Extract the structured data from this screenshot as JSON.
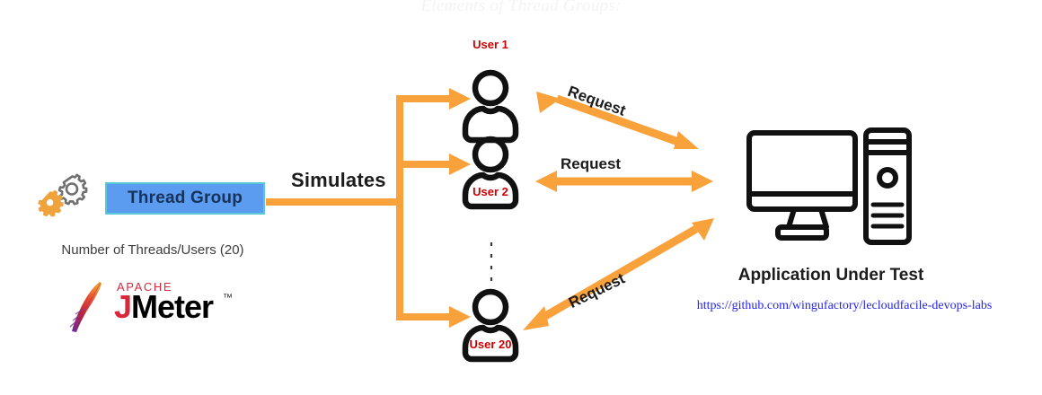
{
  "diagram": {
    "heading": "Elements of Thread Groups:",
    "source_left": {
      "gear_icon": "gears-icon",
      "box_label": "Thread Group",
      "box_fill": "#5b9bf0",
      "box_border": "#5bc8d8",
      "box_text_color": "#16335c",
      "caption": "Number of Threads/Users (20)",
      "logo": {
        "feather_icon": "apache-feather-icon",
        "brand": "APACHE",
        "product_j": "J",
        "product_rest": "Meter",
        "trademark": "™",
        "brand_color": "#d8283c"
      }
    },
    "connector": {
      "label": "Simulates",
      "color": "#f9a13a"
    },
    "users": [
      {
        "name": "User 1",
        "icon": "user-icon",
        "label_position": "above"
      },
      {
        "name": "User 2",
        "icon": "user-icon",
        "label_position": "below"
      },
      {
        "name": "User 20",
        "icon": "user-icon",
        "label_position": "below"
      }
    ],
    "ellipsis": "vertical-dashed-line",
    "requests": [
      {
        "label": "Request",
        "direction": "bidirectional",
        "slope": "down"
      },
      {
        "label": "Request",
        "direction": "bidirectional",
        "slope": "flat"
      },
      {
        "label": "Request",
        "direction": "bidirectional",
        "slope": "up"
      }
    ],
    "target_right": {
      "icon": "desktop-computer-icon",
      "title": "Application Under Test",
      "url": "https://github.com/wingufactory/lecloudfacile-devops-labs",
      "url_color": "#2424e8"
    }
  }
}
